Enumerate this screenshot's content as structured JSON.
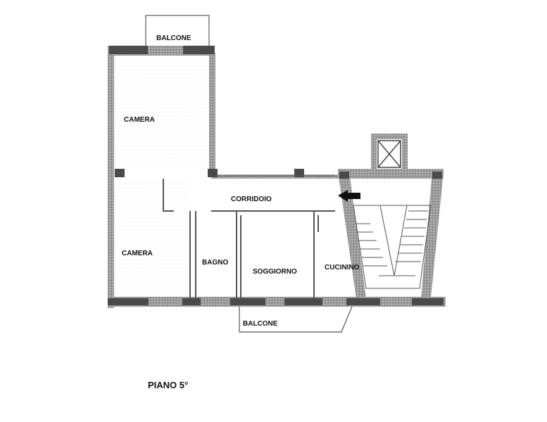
{
  "plan": {
    "rooms": {
      "balcone_top": "BALCONE",
      "camera_top": "CAMERA",
      "corridoio": "CORRIDOIO",
      "camera_bottom": "CAMERA",
      "bagno": "BAGNO",
      "soggiorno": "SOGGIORNO",
      "cucinino": "CUCININO",
      "balcone_bottom": "BALCONE"
    },
    "floor_label": "PIANO 5°"
  },
  "colors": {
    "wall": "#8a8a8a",
    "wall_dark": "#3a3a3a",
    "line": "#555555",
    "background": "#ffffff"
  }
}
